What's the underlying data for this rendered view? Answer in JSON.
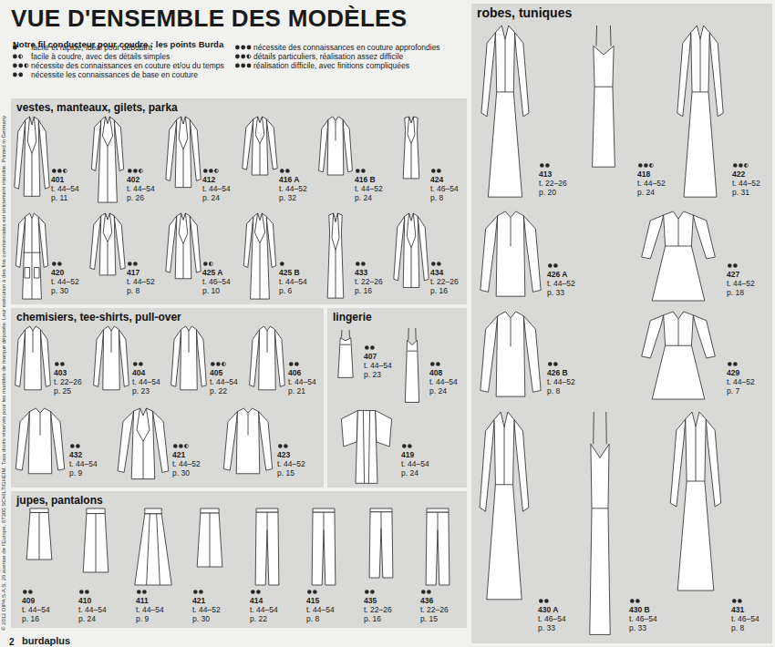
{
  "diagram": {
    "title": "VUE D'ENSEMBLE DES MODÈLES",
    "nodes": [
      {
        "text": [
          "vestes, manteaux, gilets, parka"
        ]
      },
      {
        "text": [
          "chemisiers, tee-shirts, pull-over"
        ]
      },
      {
        "text": [
          "lingerie"
        ]
      },
      {
        "text": [
          "jupes, pantalons"
        ]
      },
      {
        "text": [
          "robes, tuniques"
        ]
      }
    ],
    "labels": [
      "Notre fil conducteur pour coudre : les points Burda",
      "401",
      "t. 44–54",
      "p. 11",
      "402",
      "t. 44–54",
      "p. 26",
      "412",
      "t. 44–54",
      "p. 24",
      "416 A",
      "t. 44–52",
      "p. 32",
      "416 B",
      "t. 44–52",
      "p. 24",
      "424",
      "t. 46–54",
      "p. 8",
      "420",
      "t. 44–52",
      "p. 30",
      "417",
      "t. 44–52",
      "p. 8",
      "425 A",
      "t. 46–54",
      "p. 10",
      "425 B",
      "t. 44–54",
      "p. 6",
      "433",
      "t. 22–26",
      "p. 16",
      "434",
      "t. 22–26",
      "p. 16",
      "403",
      "t. 22–26",
      "p. 25",
      "404",
      "t. 44–54",
      "p. 23",
      "405",
      "t. 44–54",
      "p. 22",
      "406",
      "t. 44–54",
      "p. 21",
      "432",
      "t. 44–54",
      "p. 9",
      "421",
      "t. 44–52",
      "p. 30",
      "423",
      "t. 44–52",
      "p. 15",
      "408",
      "t. 44–54",
      "p. 24",
      "407",
      "t. 44–54",
      "p. 23",
      "419",
      "t. 44–54",
      "p. 24",
      "409",
      "t. 44–54",
      "p. 16",
      "410",
      "t. 44–54",
      "p. 24",
      "411",
      "t. 44–54",
      "p. 9",
      "421",
      "t. 44–52",
      "p. 30",
      "414",
      "t. 44–54",
      "p. 22",
      "415",
      "t. 44–54",
      "p. 8",
      "435",
      "t. 22–26",
      "p. 16",
      "436",
      "t. 22–26",
      "p. 15",
      "413",
      "t. 22–26",
      "p. 20",
      "418",
      "t. 44–52",
      "p. 24",
      "422",
      "t. 44–52",
      "p. 31",
      "426 A",
      "t. 44–52",
      "p. 33",
      "427",
      "t. 44–52",
      "p. 18",
      "426 B",
      "t. 44–52",
      "p. 8",
      "429",
      "t. 44–52",
      "p. 7",
      "430 A",
      "t. 46–54",
      "p. 33",
      "430 B",
      "t. 46–54",
      "p. 33",
      "431",
      "t. 46–54",
      "p. 8",
      "© 2012 DIPA S.A.S, 26 avenue de l'Europe, 67300 SCHILTIGHEIM. Tous droits réservés pour les modèles de marque déposée. Leur exécution à des fins commerciales est strictement interdite. Printed in Germany",
      "2",
      "burdaplus"
    ],
    "legend": [
      {
        "text": "facile et rapide, idéal pour débutant"
      },
      {
        "text": "facile à coudre, avec des détails simples"
      },
      {
        "text": "nécessite des connaissances en couture et/ou du temps"
      },
      {
        "text": "nécessite les connaissances de base en couture"
      },
      {
        "text": "nécessite des connaissances en couture approfondies"
      },
      {
        "text": "détails particuliers, réalisation assez difficile"
      },
      {
        "text": "réalisation difficile, avec finitions compliquées"
      }
    ]
  }
}
